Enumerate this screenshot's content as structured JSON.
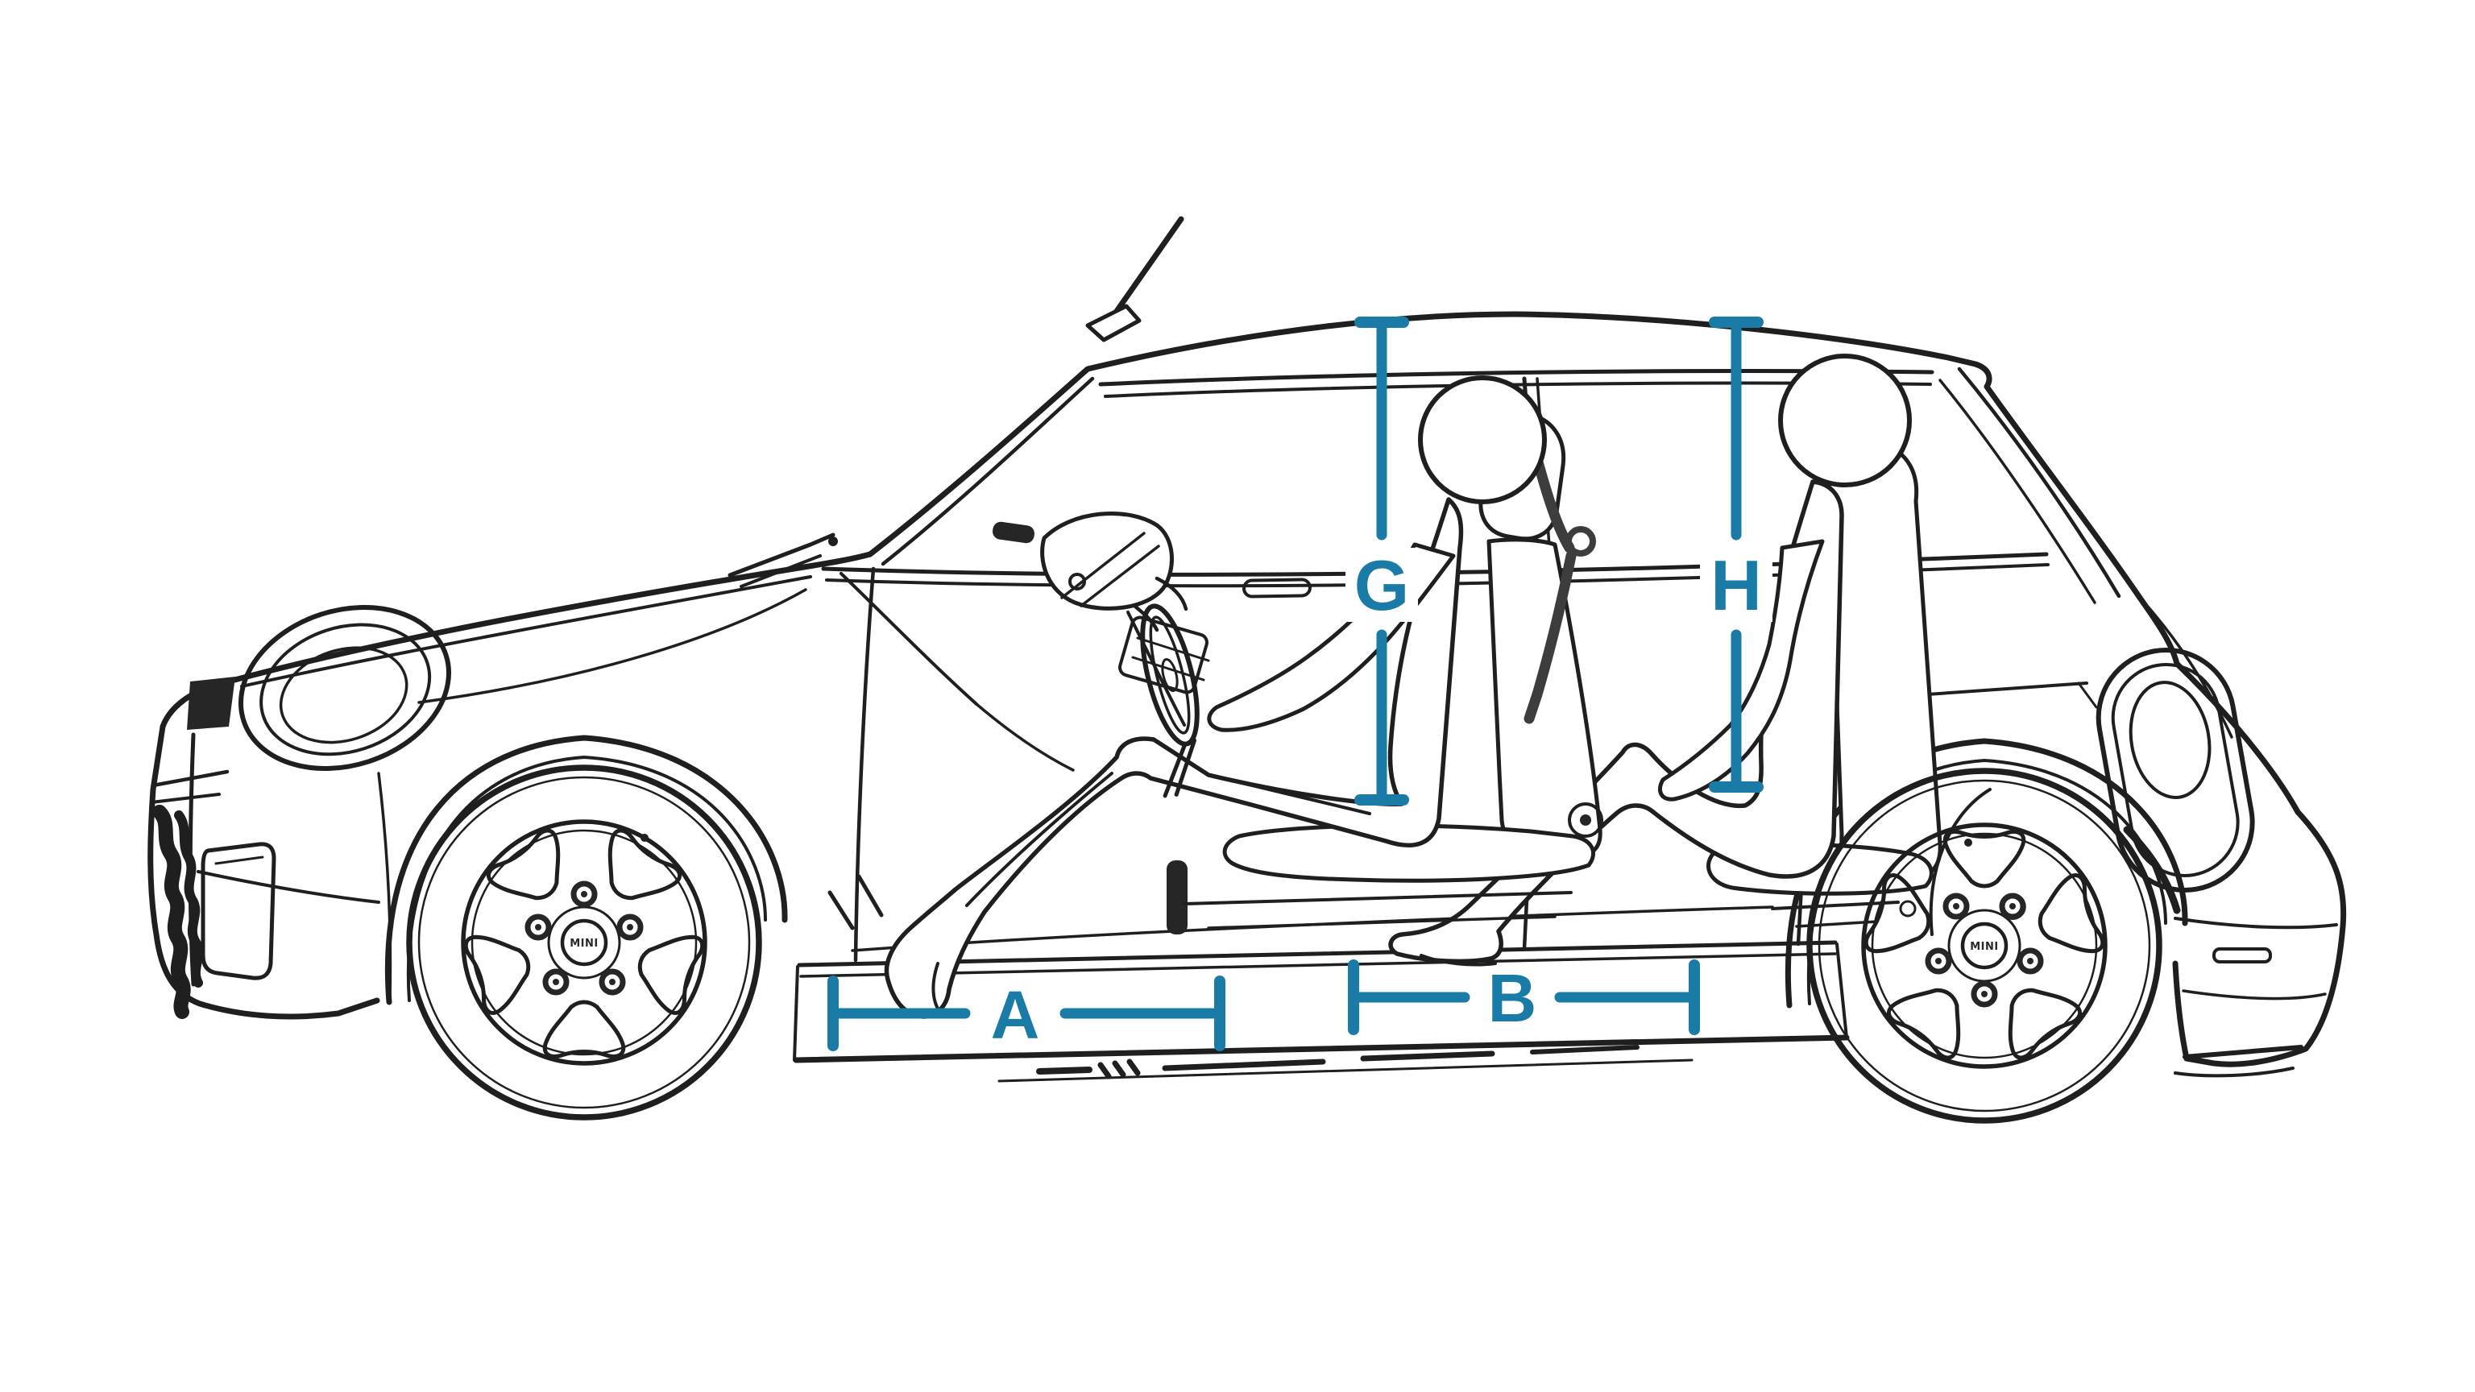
{
  "diagram": {
    "background_color": "#ffffff",
    "ink_color": "#1f1f1f",
    "accent_color": "#1a7ca6",
    "wheel_cap_text": "MINI",
    "markers": {
      "A": {
        "label": "A",
        "orientation": "horizontal"
      },
      "B": {
        "label": "B",
        "orientation": "horizontal"
      },
      "G": {
        "label": "G",
        "orientation": "vertical"
      },
      "H": {
        "label": "H",
        "orientation": "vertical"
      }
    }
  }
}
